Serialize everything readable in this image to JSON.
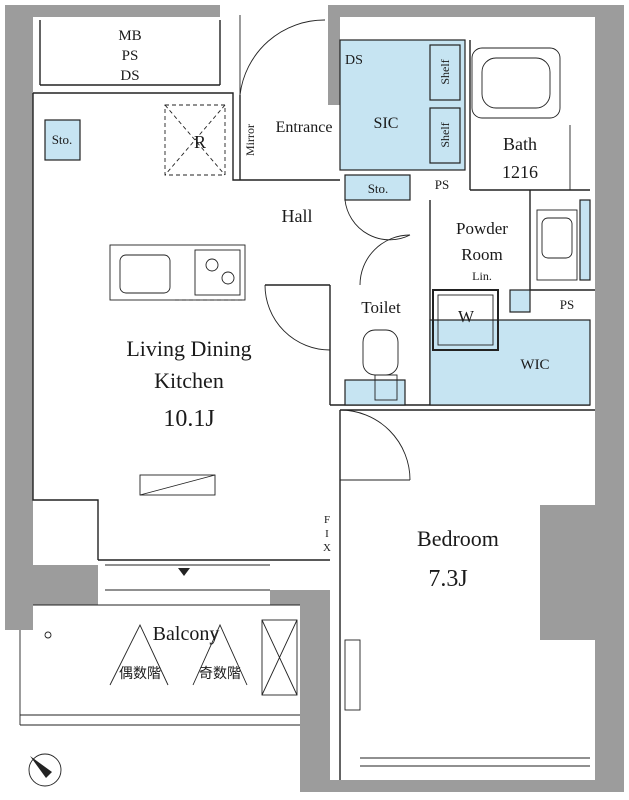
{
  "rooms": {
    "mb_ps_ds": {
      "l1": "MB",
      "l2": "PS",
      "l3": "DS"
    },
    "ds": "DS",
    "sto_left": "Sto.",
    "r_mark": "R",
    "mirror": "Mirror",
    "entrance": "Entrance",
    "sic": "SIC",
    "shelf_top": "Shelf",
    "shelf_bottom": "Shelf",
    "bath": {
      "name": "Bath",
      "size": "1216"
    },
    "sto_hall": "Sto.",
    "ps_hall": "PS",
    "hall": "Hall",
    "powder_room": {
      "l1": "Powder",
      "l2": "Room"
    },
    "lin": "Lin.",
    "washer": "W",
    "ps_right": "PS",
    "toilet": "Toilet",
    "wic": "WIC",
    "ldk": {
      "l1": "Living Dining",
      "l2": "Kitchen",
      "size": "10.1J"
    },
    "fix": {
      "c1": "F",
      "c2": "I",
      "c3": "X"
    },
    "bedroom": {
      "name": "Bedroom",
      "size": "7.3J"
    },
    "balcony": {
      "name": "Balcony",
      "even": "偶数階",
      "odd": "奇数階"
    }
  }
}
